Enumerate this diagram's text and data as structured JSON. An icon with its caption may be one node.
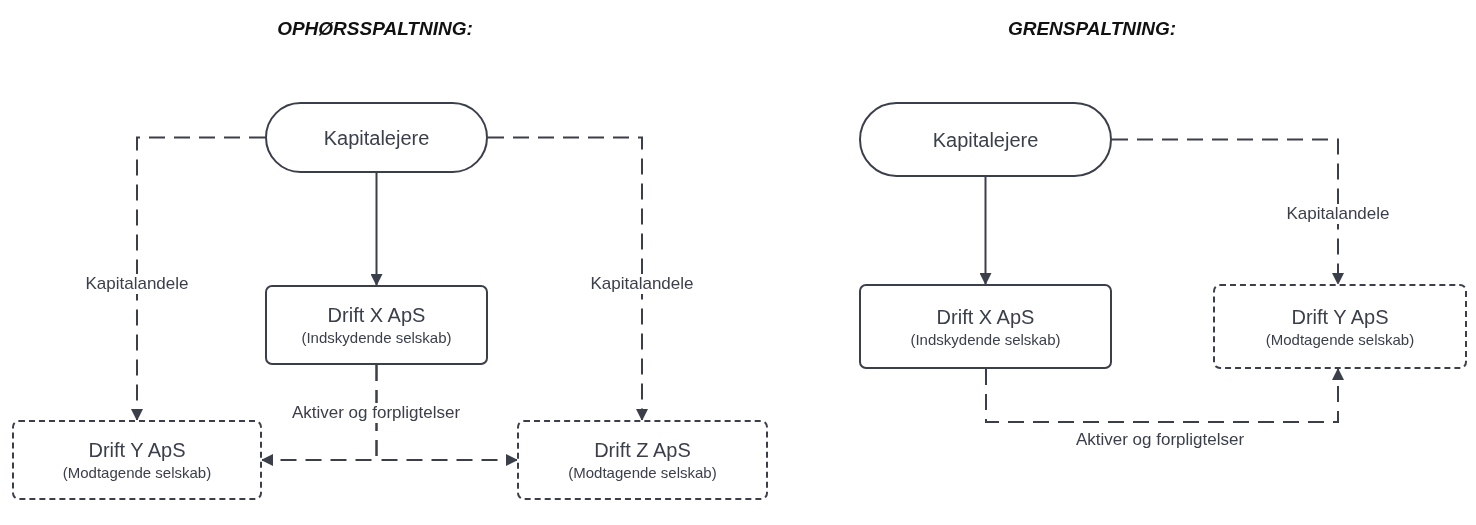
{
  "diagram": {
    "nodes": [
      {
        "text": [
          "Kapitalejere"
        ]
      },
      {
        "text": [
          "Drift X ApS",
          "(Indskydende selskab)"
        ]
      },
      {
        "text": [
          "Drift Y ApS",
          "(Modtagende selskab)"
        ]
      },
      {
        "text": [
          "Drift Z ApS",
          "(Modtagende selskab)"
        ]
      },
      {
        "text": [
          "Kapitalejere"
        ]
      },
      {
        "text": [
          "Drift X ApS",
          "(Indskydende selskab)"
        ]
      },
      {
        "text": [
          "Drift Y ApS",
          "(Modtagende selskab)"
        ]
      }
    ],
    "edges": [
      {
        "from": 0,
        "to": 1,
        "arrow": "to"
      },
      {
        "from": 0,
        "to": 2,
        "arrow": "to",
        "label": "Kapitalandele",
        "style": "dashed"
      },
      {
        "from": 0,
        "to": 3,
        "arrow": "to",
        "label": "Kapitalandele",
        "style": "dashed"
      },
      {
        "from": 1,
        "to": 2,
        "arrow": "to",
        "label": "Aktiver og forpligtelser",
        "style": "dashed"
      },
      {
        "from": 1,
        "to": 3,
        "arrow": "to",
        "style": "dashed"
      },
      {
        "from": 4,
        "to": 5,
        "arrow": "to"
      },
      {
        "from": 4,
        "to": 6,
        "arrow": "to",
        "label": "Kapitalandele",
        "style": "dashed"
      },
      {
        "from": 5,
        "to": 6,
        "arrow": "to",
        "label": "Aktiver og forpligtelser",
        "style": "dashed"
      }
    ],
    "labels": [
      "OPHØRSSPALTNING:",
      "GRENSPALTNING:"
    ]
  }
}
